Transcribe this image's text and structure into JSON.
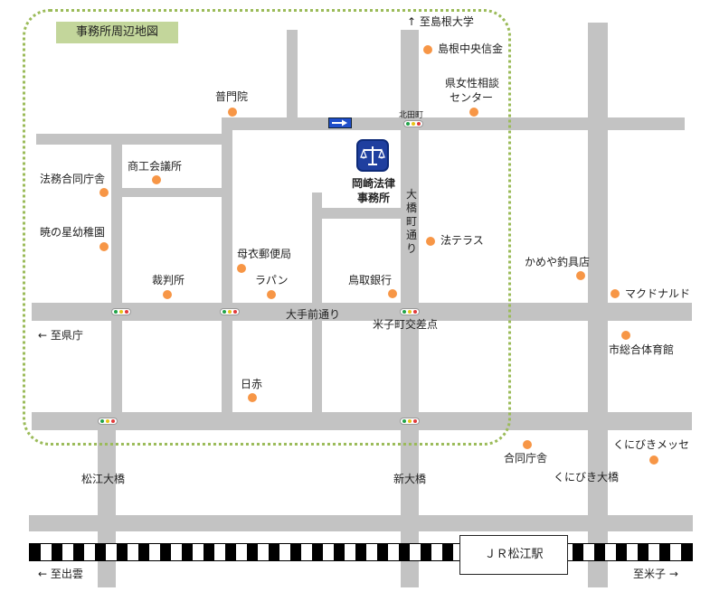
{
  "map_title": "事務所周辺地図",
  "office": {
    "line1": "岡崎法律",
    "line2": "事務所",
    "icon": "scales-of-justice-icon"
  },
  "directions": {
    "north": "↑ 至島根大学",
    "west_prefecture": "← 至県庁",
    "west_izumo": "← 至出雲",
    "east_yonago": "至米子 →"
  },
  "roads": {
    "main_street": "大手前通り",
    "ohashi_street": "大橋町通り",
    "matsue_bridge": "松江大橋",
    "shin_bridge": "新大橋",
    "kunibiki_bridge": "くにびき大橋"
  },
  "intersections": {
    "kitadamachi": "北田町",
    "yonekomachi": "米子町交差点"
  },
  "station": "ＪＲ松江駅",
  "places": {
    "shimane_bank": "島根中央信金",
    "women_center_1": "県女性相談",
    "women_center_2": "センター",
    "fumonin": "普門院",
    "chamber": "商工会議所",
    "legal_affairs": "法務合同庁舎",
    "kindergarten": "暁の星幼稚園",
    "law_terrace": "法テラス",
    "maternity_post": "母衣郵便局",
    "court": "裁判所",
    "lapin": "ラパン",
    "tottori_bank": "鳥取銀行",
    "kameya": "かめや釣具店",
    "mcdonalds": "マクドナルド",
    "gymnasium": "市総合体育館",
    "red_cross": "日赤",
    "joint_office": "合同庁舎",
    "kunibiki_messe": "くにびきメッセ"
  },
  "colors": {
    "road": "#c3c3c3",
    "poi": "#f79646",
    "boundary": "#9bbb59",
    "title_bg": "#c3d69b",
    "office": "#1f3f9f"
  }
}
